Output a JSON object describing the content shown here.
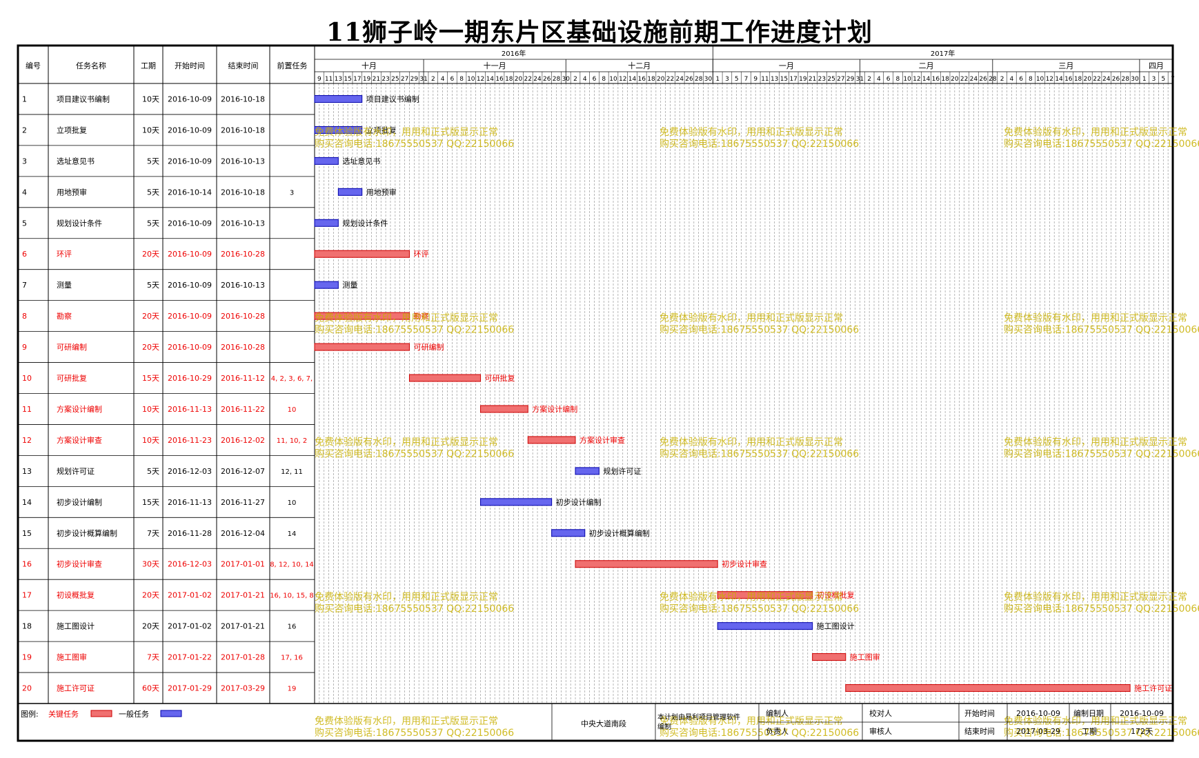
{
  "title": "11狮子岭一期东片区基础设施前期工作进度计划",
  "columns": [
    "编号",
    "任务名称",
    "工期",
    "开始时间",
    "结束时间",
    "前置任务"
  ],
  "years": [
    {
      "label": "2016年",
      "start": "2016-10-09",
      "end": "2016-12-31"
    },
    {
      "label": "2017年",
      "start": "2017-01-01",
      "end": "2017-04-07"
    }
  ],
  "months": [
    {
      "label": "十月",
      "start": "2016-10-09",
      "end": "2016-10-31"
    },
    {
      "label": "十一月",
      "start": "2016-11-01",
      "end": "2016-11-30"
    },
    {
      "label": "十二月",
      "start": "2016-12-01",
      "end": "2016-12-31"
    },
    {
      "label": "一月",
      "start": "2017-01-01",
      "end": "2017-01-31"
    },
    {
      "label": "二月",
      "start": "2017-02-01",
      "end": "2017-02-28"
    },
    {
      "label": "三月",
      "start": "2017-03-01",
      "end": "2017-03-31"
    },
    {
      "label": "四月",
      "start": "2017-04-01",
      "end": "2017-04-07"
    }
  ],
  "day_ticks": [
    [
      "9",
      "2016-10-09"
    ],
    [
      "11",
      "2016-10-11"
    ],
    [
      "13",
      "2016-10-13"
    ],
    [
      "15",
      "2016-10-15"
    ],
    [
      "17",
      "2016-10-17"
    ],
    [
      "19",
      "2016-10-19"
    ],
    [
      "21",
      "2016-10-21"
    ],
    [
      "23",
      "2016-10-23"
    ],
    [
      "25",
      "2016-10-25"
    ],
    [
      "27",
      "2016-10-27"
    ],
    [
      "29",
      "2016-10-29"
    ],
    [
      "31",
      "2016-10-31"
    ],
    [
      "2",
      "2016-11-02"
    ],
    [
      "4",
      "2016-11-04"
    ],
    [
      "6",
      "2016-11-06"
    ],
    [
      "8",
      "2016-11-08"
    ],
    [
      "10",
      "2016-11-10"
    ],
    [
      "12",
      "2016-11-12"
    ],
    [
      "14",
      "2016-11-14"
    ],
    [
      "16",
      "2016-11-16"
    ],
    [
      "18",
      "2016-11-18"
    ],
    [
      "20",
      "2016-11-20"
    ],
    [
      "22",
      "2016-11-22"
    ],
    [
      "24",
      "2016-11-24"
    ],
    [
      "26",
      "2016-11-26"
    ],
    [
      "28",
      "2016-11-28"
    ],
    [
      "30",
      "2016-11-30"
    ],
    [
      "2",
      "2016-12-02"
    ],
    [
      "4",
      "2016-12-04"
    ],
    [
      "6",
      "2016-12-06"
    ],
    [
      "8",
      "2016-12-08"
    ],
    [
      "10",
      "2016-12-10"
    ],
    [
      "12",
      "2016-12-12"
    ],
    [
      "14",
      "2016-12-14"
    ],
    [
      "16",
      "2016-12-16"
    ],
    [
      "18",
      "2016-12-18"
    ],
    [
      "20",
      "2016-12-20"
    ],
    [
      "22",
      "2016-12-22"
    ],
    [
      "24",
      "2016-12-24"
    ],
    [
      "26",
      "2016-12-26"
    ],
    [
      "28",
      "2016-12-28"
    ],
    [
      "30",
      "2016-12-30"
    ],
    [
      "1",
      "2017-01-01"
    ],
    [
      "3",
      "2017-01-03"
    ],
    [
      "5",
      "2017-01-05"
    ],
    [
      "7",
      "2017-01-07"
    ],
    [
      "9",
      "2017-01-09"
    ],
    [
      "11",
      "2017-01-11"
    ],
    [
      "13",
      "2017-01-13"
    ],
    [
      "15",
      "2017-01-15"
    ],
    [
      "17",
      "2017-01-17"
    ],
    [
      "19",
      "2017-01-19"
    ],
    [
      "21",
      "2017-01-21"
    ],
    [
      "23",
      "2017-01-23"
    ],
    [
      "25",
      "2017-01-25"
    ],
    [
      "27",
      "2017-01-27"
    ],
    [
      "29",
      "2017-01-29"
    ],
    [
      "31",
      "2017-01-31"
    ],
    [
      "2",
      "2017-02-02"
    ],
    [
      "4",
      "2017-02-04"
    ],
    [
      "6",
      "2017-02-06"
    ],
    [
      "8",
      "2017-02-08"
    ],
    [
      "10",
      "2017-02-10"
    ],
    [
      "12",
      "2017-02-12"
    ],
    [
      "14",
      "2017-02-14"
    ],
    [
      "16",
      "2017-02-16"
    ],
    [
      "18",
      "2017-02-18"
    ],
    [
      "20",
      "2017-02-20"
    ],
    [
      "22",
      "2017-02-22"
    ],
    [
      "24",
      "2017-02-24"
    ],
    [
      "26",
      "2017-02-26"
    ],
    [
      "28",
      "2017-02-28"
    ],
    [
      "2",
      "2017-03-02"
    ],
    [
      "4",
      "2017-03-04"
    ],
    [
      "6",
      "2017-03-06"
    ],
    [
      "8",
      "2017-03-08"
    ],
    [
      "10",
      "2017-03-10"
    ],
    [
      "12",
      "2017-03-12"
    ],
    [
      "14",
      "2017-03-14"
    ],
    [
      "16",
      "2017-03-16"
    ],
    [
      "18",
      "2017-03-18"
    ],
    [
      "20",
      "2017-03-20"
    ],
    [
      "22",
      "2017-03-22"
    ],
    [
      "24",
      "2017-03-24"
    ],
    [
      "26",
      "2017-03-26"
    ],
    [
      "28",
      "2017-03-28"
    ],
    [
      "30",
      "2017-03-30"
    ],
    [
      "1",
      "2017-04-01"
    ],
    [
      "3",
      "2017-04-03"
    ],
    [
      "5",
      "2017-04-05"
    ],
    [
      "7",
      "2017-04-07"
    ]
  ],
  "chart_data": {
    "type": "gantt",
    "x_range": [
      "2016-10-09",
      "2017-04-08"
    ],
    "tasks": [
      {
        "id": "1",
        "name": "项目建议书编制",
        "duration": "10天",
        "start": "2016-10-09",
        "end": "2016-10-18",
        "pred": "",
        "critical": false
      },
      {
        "id": "2",
        "name": "立项批复",
        "duration": "10天",
        "start": "2016-10-09",
        "end": "2016-10-18",
        "pred": "",
        "critical": false
      },
      {
        "id": "3",
        "name": "选址意见书",
        "duration": "5天",
        "start": "2016-10-09",
        "end": "2016-10-13",
        "pred": "",
        "critical": false
      },
      {
        "id": "4",
        "name": "用地预审",
        "duration": "5天",
        "start": "2016-10-14",
        "end": "2016-10-18",
        "pred": "3",
        "critical": false
      },
      {
        "id": "5",
        "name": "规划设计条件",
        "duration": "5天",
        "start": "2016-10-09",
        "end": "2016-10-13",
        "pred": "",
        "critical": false
      },
      {
        "id": "6",
        "name": "环评",
        "duration": "20天",
        "start": "2016-10-09",
        "end": "2016-10-28",
        "pred": "",
        "critical": true
      },
      {
        "id": "7",
        "name": "测量",
        "duration": "5天",
        "start": "2016-10-09",
        "end": "2016-10-13",
        "pred": "",
        "critical": false
      },
      {
        "id": "8",
        "name": "勘察",
        "duration": "20天",
        "start": "2016-10-09",
        "end": "2016-10-28",
        "pred": "",
        "critical": true
      },
      {
        "id": "9",
        "name": "可研编制",
        "duration": "20天",
        "start": "2016-10-09",
        "end": "2016-10-28",
        "pred": "",
        "critical": true
      },
      {
        "id": "10",
        "name": "可研批复",
        "duration": "15天",
        "start": "2016-10-29",
        "end": "2016-11-12",
        "pred": "4, 2, 3, 6, 7,",
        "critical": true
      },
      {
        "id": "11",
        "name": "方案设计编制",
        "duration": "10天",
        "start": "2016-11-13",
        "end": "2016-11-22",
        "pred": "10",
        "critical": true
      },
      {
        "id": "12",
        "name": "方案设计审查",
        "duration": "10天",
        "start": "2016-11-23",
        "end": "2016-12-02",
        "pred": "11, 10, 2",
        "critical": true
      },
      {
        "id": "13",
        "name": "规划许可证",
        "duration": "5天",
        "start": "2016-12-03",
        "end": "2016-12-07",
        "pred": "12, 11",
        "critical": false
      },
      {
        "id": "14",
        "name": "初步设计编制",
        "duration": "15天",
        "start": "2016-11-13",
        "end": "2016-11-27",
        "pred": "10",
        "critical": false
      },
      {
        "id": "15",
        "name": "初步设计概算编制",
        "duration": "7天",
        "start": "2016-11-28",
        "end": "2016-12-04",
        "pred": "14",
        "critical": false
      },
      {
        "id": "16",
        "name": "初步设计审查",
        "duration": "30天",
        "start": "2016-12-03",
        "end": "2017-01-01",
        "pred": "8, 12, 10, 14",
        "critical": true
      },
      {
        "id": "17",
        "name": "初设概批复",
        "duration": "20天",
        "start": "2017-01-02",
        "end": "2017-01-21",
        "pred": "16, 10, 15, 8",
        "critical": true
      },
      {
        "id": "18",
        "name": "施工图设计",
        "duration": "20天",
        "start": "2017-01-02",
        "end": "2017-01-21",
        "pred": "16",
        "critical": false
      },
      {
        "id": "19",
        "name": "施工图审",
        "duration": "7天",
        "start": "2017-01-22",
        "end": "2017-01-28",
        "pred": "17, 16",
        "critical": true
      },
      {
        "id": "20",
        "name": "施工许可证",
        "duration": "60天",
        "start": "2017-01-29",
        "end": "2017-03-29",
        "pred": "19",
        "critical": true
      }
    ]
  },
  "watermark": {
    "line1": "免费体验版有水印，用用和正式版显示正常",
    "line2": "购买咨询电话:18675550537 QQ:22150066"
  },
  "colors": {
    "critical_fill": "#f07070",
    "critical_stroke": "#cc0000",
    "normal_fill": "#6666ee",
    "normal_stroke": "#0000aa",
    "critical_text": "#ee0000",
    "watermark": "#c8b000"
  },
  "legend": {
    "label": "图例:",
    "critical": "关键任务",
    "normal": "一般任务"
  },
  "footer": {
    "project": "中央大道南段",
    "note": "本计划由易利项目管理软件编制",
    "compiler_label": "编制人",
    "compiler": "",
    "checker_label": "校对人",
    "checker": "",
    "leader_label": "负责人",
    "leader": "",
    "reviewer_label": "审核人",
    "reviewer": "",
    "start_label": "开始时间",
    "start": "2016-10-09",
    "date_label": "编制日期",
    "date": "2016-10-09",
    "end_label": "结束时间",
    "end": "2017-03-29",
    "duration_label": "工期",
    "duration": "172天"
  }
}
